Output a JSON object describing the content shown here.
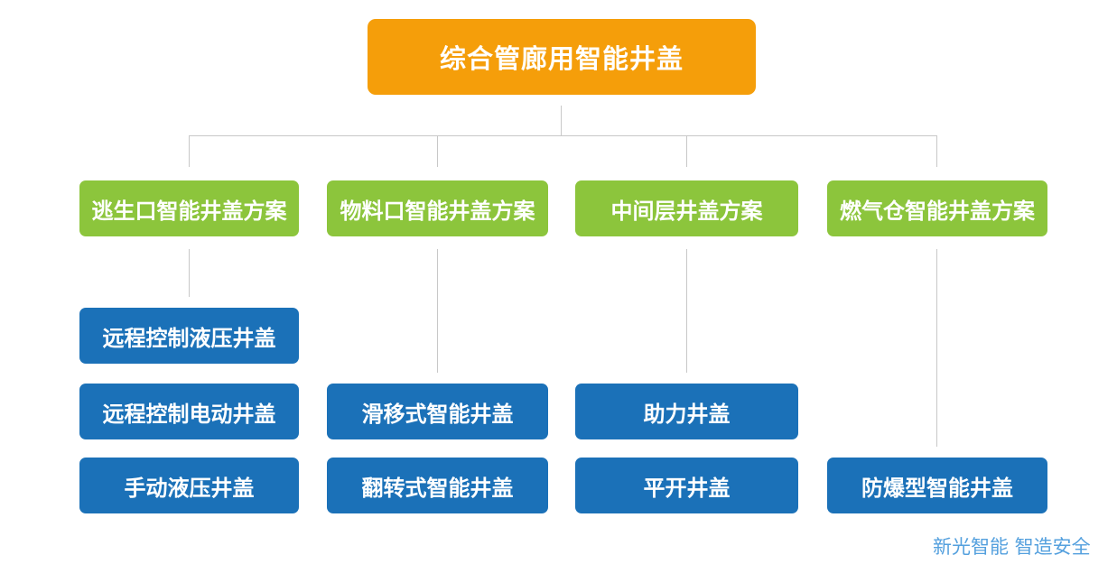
{
  "tree": {
    "root": {
      "label": "综合管廊用智能井盖"
    },
    "branches": [
      {
        "label": "逃生口智能井盖方案",
        "children": [
          {
            "label": "远程控制液压井盖"
          },
          {
            "label": "远程控制电动井盖"
          },
          {
            "label": "手动液压井盖"
          }
        ]
      },
      {
        "label": "物料口智能井盖方案",
        "children": [
          {
            "label": "滑移式智能井盖"
          },
          {
            "label": "翻转式智能井盖"
          }
        ]
      },
      {
        "label": "中间层井盖方案",
        "children": [
          {
            "label": "助力井盖"
          },
          {
            "label": "平开井盖"
          }
        ]
      },
      {
        "label": "燃气仓智能井盖方案",
        "children": [
          {
            "label": "防爆型智能井盖"
          }
        ]
      }
    ]
  },
  "footer": {
    "brand": "新光智能 智造安全"
  },
  "colors": {
    "root_box": "#F59E0A",
    "branch_box": "#8CC53C",
    "leaf_box": "#1B71B8",
    "connector": "#C8C8C8",
    "footer_text": "#54A0DE",
    "background": "#FFFFFF"
  }
}
